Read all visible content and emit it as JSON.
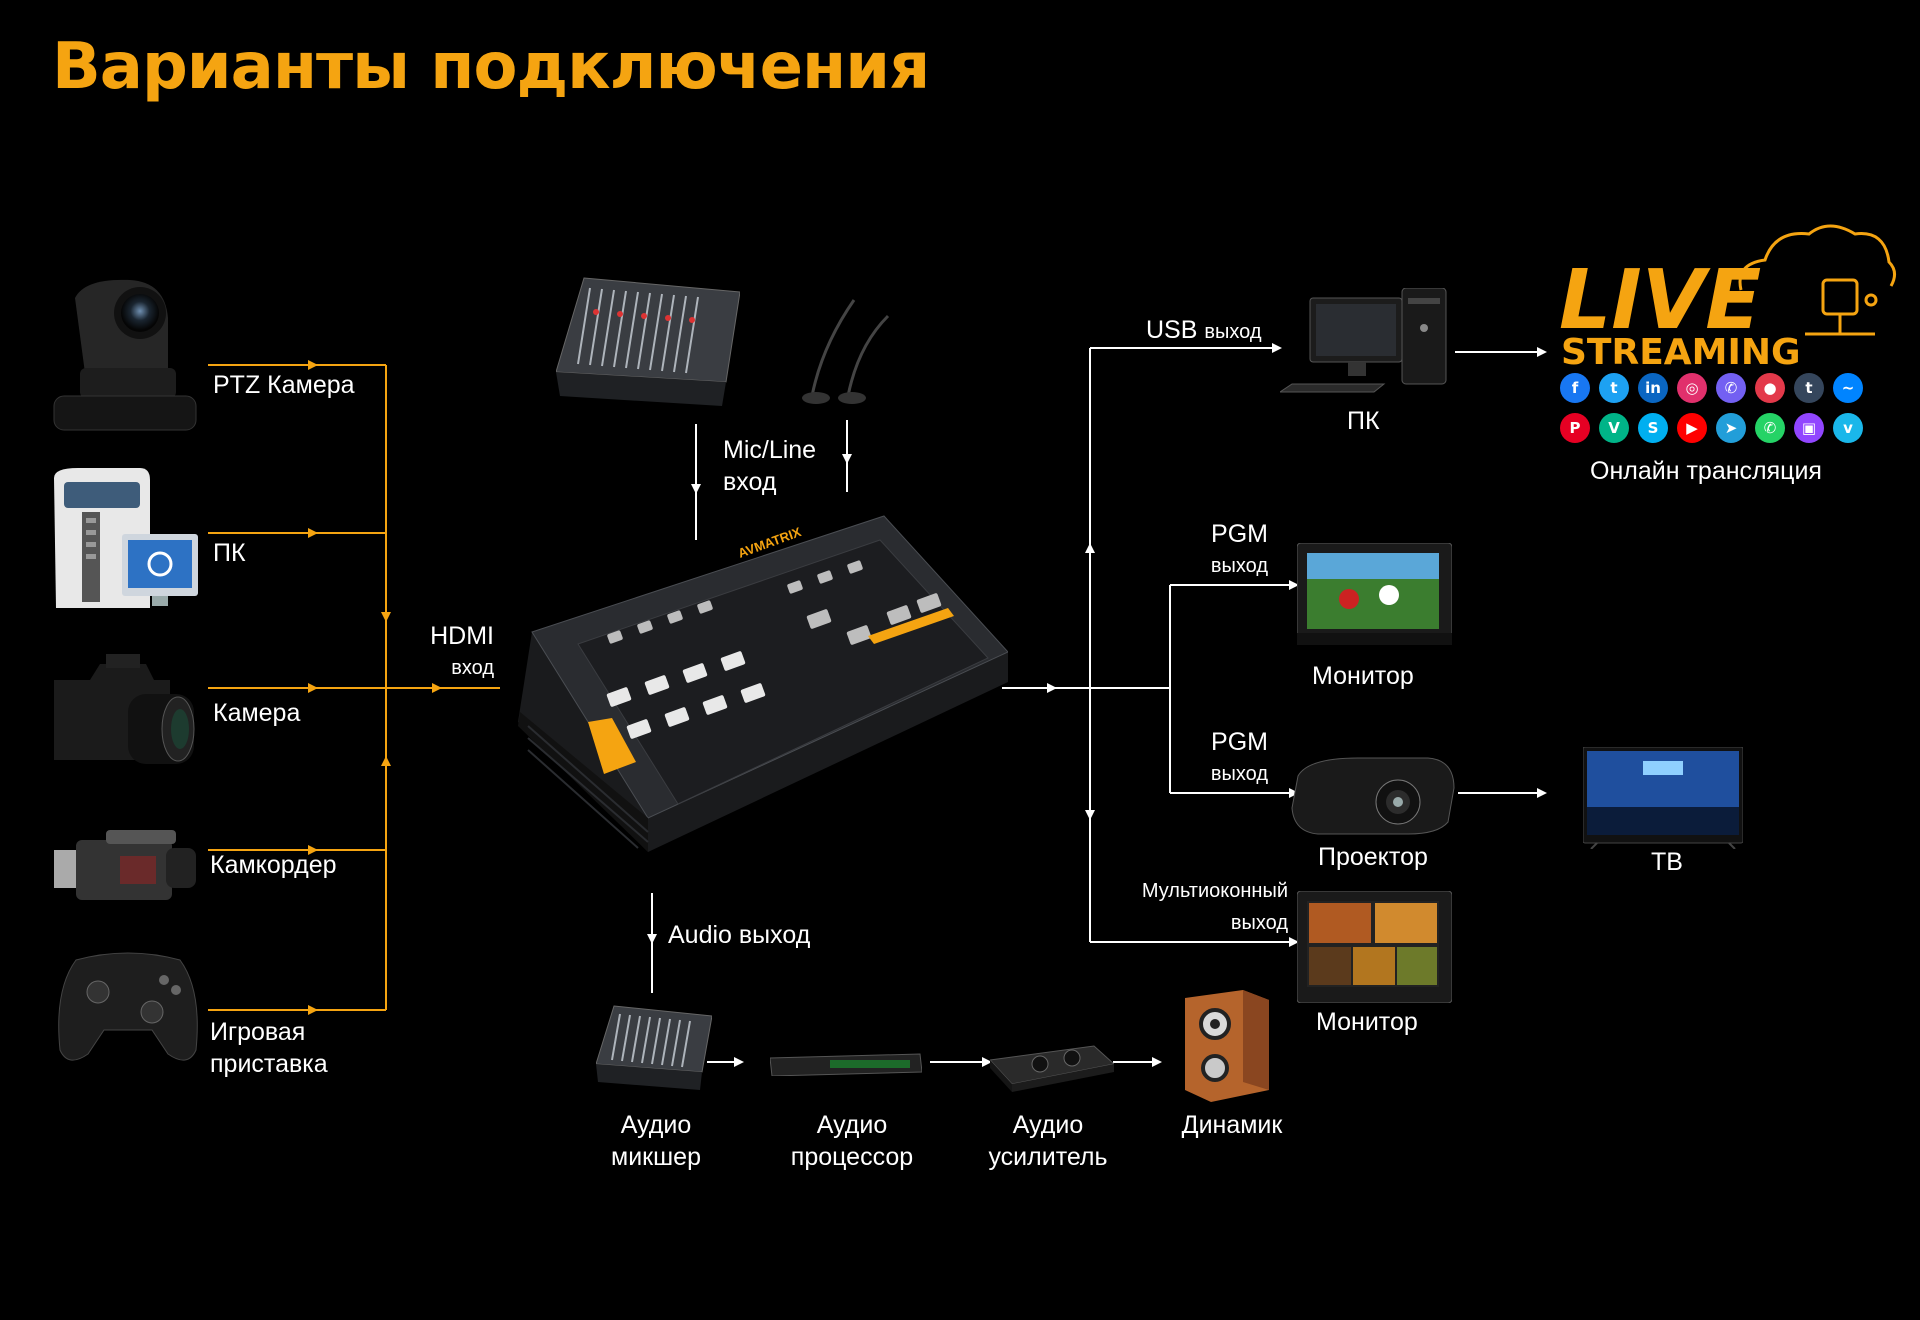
{
  "title": "Варианты подключения",
  "colors": {
    "accent": "#F5A411",
    "wire_in": "#F5A411",
    "wire_out": "#FFFFFF",
    "background": "#000000"
  },
  "inputs": {
    "ptz_camera": "PTZ Камера",
    "pc": "ПК",
    "camera": "Камера",
    "camcorder": "Камкордер",
    "console_line1": "Игровая",
    "console_line2": "приставка"
  },
  "hdmi_in": {
    "line1": "HDMI",
    "line2": "вход"
  },
  "mic_line": {
    "line1": "Mic/Line",
    "line2": "вход"
  },
  "audio_out": "Audio выход",
  "switcher_brand": "AVMATRIX",
  "outputs": {
    "usb_out": {
      "label": "USB",
      "suffix": "выход"
    },
    "pc": "ПК",
    "pgm_1": {
      "line1": "PGM",
      "line2": "выход"
    },
    "monitor_1": "Монитор",
    "pgm_2": {
      "line1": "PGM",
      "line2": "выход"
    },
    "projector": "Проектор",
    "tv": "ТВ",
    "multiview": {
      "line1": "Мультиоконный",
      "line2": "выход"
    },
    "monitor_2": "Монитор"
  },
  "live_streaming": {
    "logo_line1": "LIVE",
    "logo_line2": "STREAMING",
    "caption": "Онлайн трансляция",
    "icons": [
      {
        "name": "facebook-icon",
        "glyph": "f",
        "color": "#1877F2"
      },
      {
        "name": "twitter-icon",
        "glyph": "t",
        "color": "#1DA1F2"
      },
      {
        "name": "linkedin-icon",
        "glyph": "in",
        "color": "#0A66C2"
      },
      {
        "name": "instagram-icon",
        "glyph": "◎",
        "color": "#E1306C"
      },
      {
        "name": "viber-icon",
        "glyph": "✆",
        "color": "#7360F2"
      },
      {
        "name": "periscope-icon",
        "glyph": "●",
        "color": "#E3394A"
      },
      {
        "name": "tumblr-icon",
        "glyph": "t",
        "color": "#35465C"
      },
      {
        "name": "messenger-icon",
        "glyph": "~",
        "color": "#0084FF"
      },
      {
        "name": "pinterest-icon",
        "glyph": "P",
        "color": "#E60023"
      },
      {
        "name": "vine-icon",
        "glyph": "V",
        "color": "#00B488"
      },
      {
        "name": "skype-icon",
        "glyph": "S",
        "color": "#00AFF0"
      },
      {
        "name": "youtube-icon",
        "glyph": "▶",
        "color": "#FF0000"
      },
      {
        "name": "telegram-icon",
        "glyph": "➤",
        "color": "#229ED9"
      },
      {
        "name": "whatsapp-icon",
        "glyph": "✆",
        "color": "#25D366"
      },
      {
        "name": "twitch-icon",
        "glyph": "▣",
        "color": "#9146FF"
      },
      {
        "name": "vimeo-icon",
        "glyph": "v",
        "color": "#1AB7EA"
      }
    ]
  },
  "audio_chain": {
    "mixer_line1": "Аудио",
    "mixer_line2": "микшер",
    "processor_line1": "Аудио",
    "processor_line2": "процессор",
    "amplifier_line1": "Аудио",
    "amplifier_line2": "усилитель",
    "speaker": "Динамик"
  }
}
